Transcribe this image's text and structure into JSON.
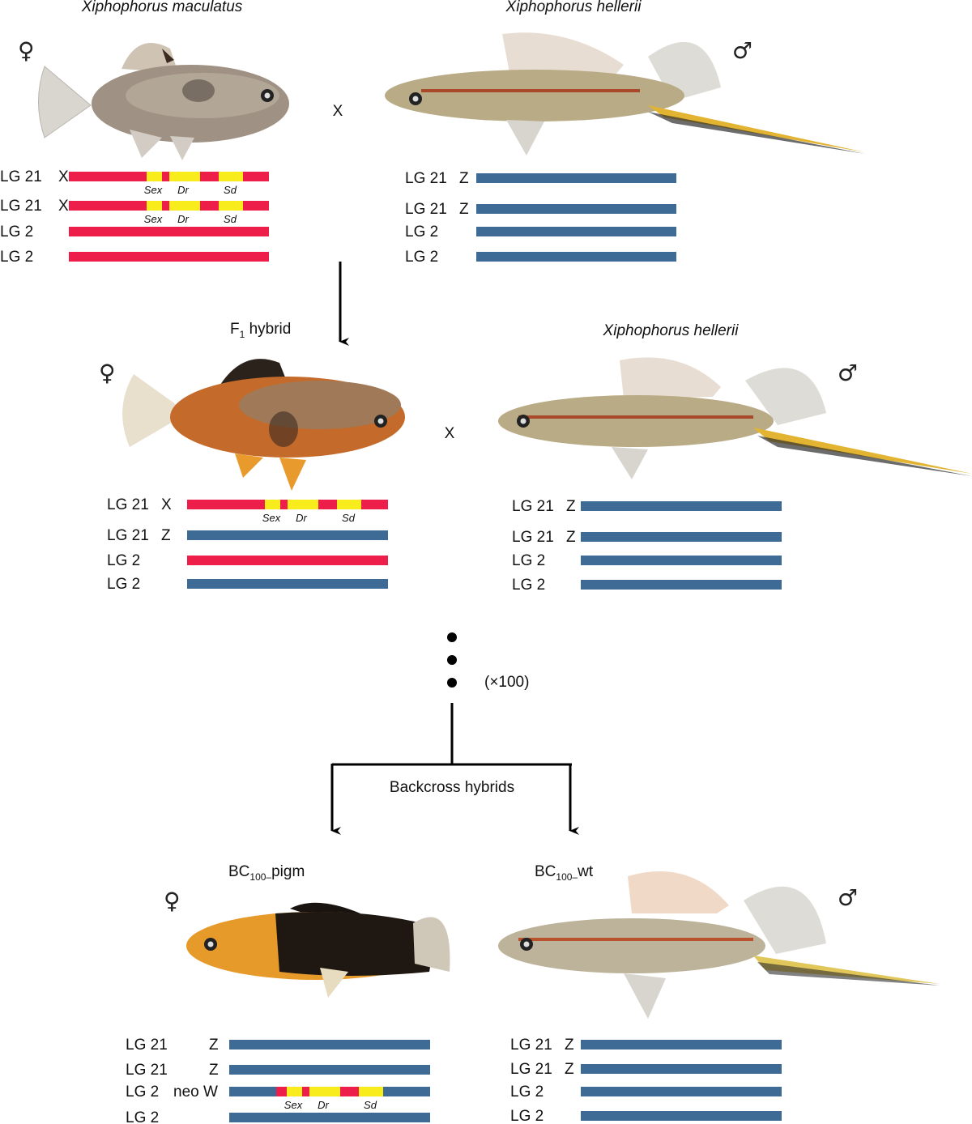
{
  "colors": {
    "maculatus_red": "#ee1e4b",
    "hellerii_blue": "#3e6b95",
    "sex_locus_yellow": "#f9ec1d",
    "arrow": "#000000"
  },
  "generations": {
    "p_female": {
      "species": "Xiphophorus maculatus",
      "sex_symbol": "♀",
      "fish_icon": "platyfish-icon",
      "chromosomes": [
        {
          "label": "LG 21",
          "sex_chr": "X",
          "type": "red",
          "loci": [
            "Sex",
            "Dr",
            "Sd"
          ]
        },
        {
          "label": "LG 21",
          "sex_chr": "X",
          "type": "red",
          "loci": [
            "Sex",
            "Dr",
            "Sd"
          ]
        },
        {
          "label": "LG 2",
          "sex_chr": "",
          "type": "red"
        },
        {
          "label": "LG 2",
          "sex_chr": "",
          "type": "red"
        }
      ]
    },
    "p_cross_symbol": "X",
    "p_male": {
      "species": "Xiphophorus hellerii",
      "sex_symbol": "♂",
      "fish_icon": "swordtail-icon",
      "chromosomes": [
        {
          "label": "LG 21",
          "sex_chr": "Z",
          "type": "blue"
        },
        {
          "label": "LG 21",
          "sex_chr": "Z",
          "type": "blue"
        },
        {
          "label": "LG 2",
          "sex_chr": "",
          "type": "blue"
        },
        {
          "label": "LG 2",
          "sex_chr": "",
          "type": "blue"
        }
      ]
    },
    "f1_female": {
      "title_main": "F",
      "title_sub": "1",
      "title_rest": " hybrid",
      "sex_symbol": "♀",
      "fish_icon": "hybrid-platyfish-icon",
      "chromosomes": [
        {
          "label": "LG 21",
          "sex_chr": "X",
          "type": "red",
          "loci": [
            "Sex",
            "Dr",
            "Sd"
          ]
        },
        {
          "label": "LG 21",
          "sex_chr": "Z",
          "type": "blue"
        },
        {
          "label": "LG 2",
          "sex_chr": "",
          "type": "red"
        },
        {
          "label": "LG 2",
          "sex_chr": "",
          "type": "blue"
        }
      ]
    },
    "f1_cross_symbol": "X",
    "f1_male": {
      "species": "Xiphophorus hellerii",
      "sex_symbol": "♂",
      "fish_icon": "swordtail-icon",
      "chromosomes": [
        {
          "label": "LG 21",
          "sex_chr": "Z",
          "type": "blue"
        },
        {
          "label": "LG 21",
          "sex_chr": "Z",
          "type": "blue"
        },
        {
          "label": "LG 2",
          "sex_chr": "",
          "type": "blue"
        },
        {
          "label": "LG 2",
          "sex_chr": "",
          "type": "blue"
        }
      ]
    },
    "repeat_label": "(×100)",
    "backcross_label": "Backcross hybrids",
    "bc_female": {
      "title_main": "BC",
      "title_sub": "100–",
      "title_rest": "pigm",
      "sex_symbol": "♀",
      "fish_icon": "pigmented-hybrid-icon",
      "chromosomes": [
        {
          "label": "LG 21",
          "sex_chr": "Z",
          "type": "blue"
        },
        {
          "label": "LG 21",
          "sex_chr": "Z",
          "type": "blue"
        },
        {
          "label": "LG 2",
          "sex_chr": "neo W",
          "type": "blue-insert",
          "loci": [
            "Sex",
            "Dr",
            "Sd"
          ]
        },
        {
          "label": "LG 2",
          "sex_chr": "",
          "type": "blue"
        }
      ]
    },
    "bc_male": {
      "title_main": "BC",
      "title_sub": "100–",
      "title_rest": "wt",
      "sex_symbol": "♂",
      "fish_icon": "swordtail-icon",
      "chromosomes": [
        {
          "label": "LG 21",
          "sex_chr": "Z",
          "type": "blue"
        },
        {
          "label": "LG 21",
          "sex_chr": "Z",
          "type": "blue"
        },
        {
          "label": "LG 2",
          "sex_chr": "",
          "type": "blue"
        },
        {
          "label": "LG 2",
          "sex_chr": "",
          "type": "blue"
        }
      ]
    }
  }
}
